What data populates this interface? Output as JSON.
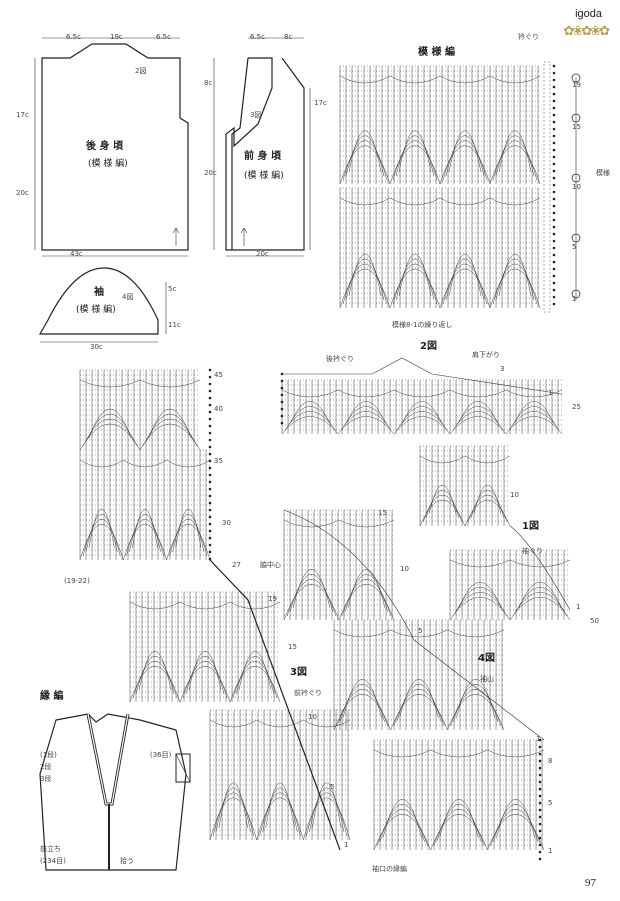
{
  "brand": "igoda",
  "decoration_icon": "flower-garland-icon",
  "page_number": "97",
  "schematics": {
    "back": {
      "name": "後 身 頃",
      "stitch": "(模 様 編)",
      "ref": "2図",
      "top_dims": [
        "6.5c",
        "19c",
        "6.5c"
      ],
      "side_dims": [
        "17c",
        "20c"
      ],
      "bottom": "43c"
    },
    "front": {
      "name": "前 身 頃",
      "stitch": "(模 様 編)",
      "ref": "3図",
      "top_dims": [
        "6.5c",
        "8c"
      ],
      "side_dims": [
        "8c",
        "20c",
        "17c"
      ],
      "bottom": "20c"
    },
    "sleeve": {
      "name": "袖",
      "stitch": "(模 様 編)",
      "ref": "4図",
      "bottom": "30c",
      "side_dims": [
        "5c",
        "11c"
      ]
    }
  },
  "pattern_chart": {
    "title": "模 様 編",
    "collar_label": "衿ぐり",
    "repeat_label": "模様",
    "row_labels": [
      "19",
      "15",
      "10",
      "5",
      "1"
    ],
    "bottom_note": "模様8-1の繰り返し"
  },
  "diagrams": {
    "fig2": {
      "title": "2図",
      "left_label": "後衿ぐり",
      "right_label": "肩下がり",
      "rows": [
        "3",
        "1",
        "25"
      ]
    },
    "fig1": {
      "title": "1図",
      "label": "袖ぐり",
      "rows": [
        "10",
        "1",
        "50"
      ]
    },
    "fig3": {
      "title": "3図",
      "label": "前衿ぐり",
      "rows": [
        "45",
        "40",
        "35",
        "30",
        "27",
        "19",
        "15",
        "10",
        "5",
        "1"
      ],
      "side_note": "(19-22)",
      "center_label": "脇中心"
    },
    "fig4": {
      "title": "4図",
      "label": "袖山",
      "rows": [
        "15",
        "10",
        "5",
        "1",
        "8",
        "5",
        "1"
      ],
      "cuff_label": "袖口の縁編"
    }
  },
  "edging": {
    "title": "縁 編",
    "notes": [
      "(1段)",
      "2段",
      "3段",
      "(36目)",
      "前立ち",
      "(234目)",
      "拾う"
    ]
  }
}
